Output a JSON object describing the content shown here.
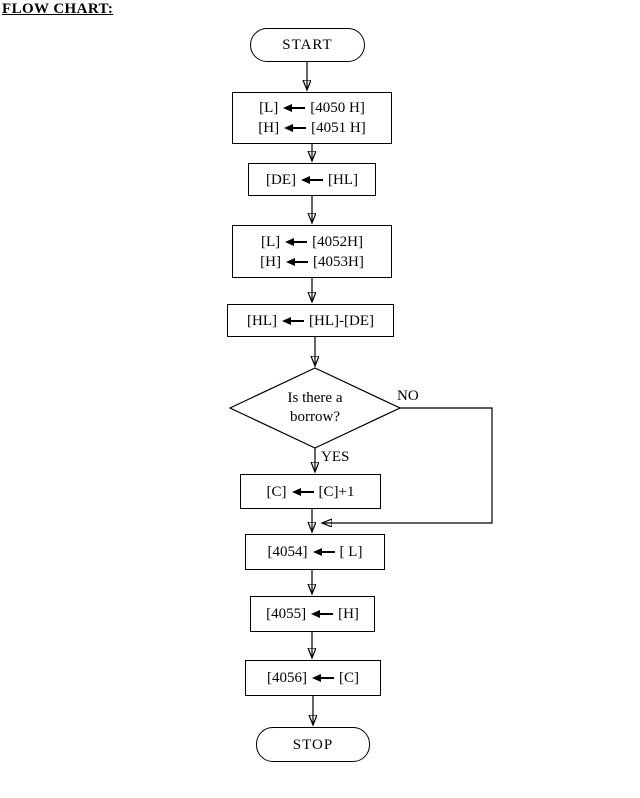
{
  "page": {
    "title": "FLOW CHART:"
  },
  "colors": {
    "ink": "#000000",
    "background": "#ffffff"
  },
  "icons": {
    "assign_arrow": "left-arrow",
    "connector_arrow": "solid-triangle-arrowhead"
  },
  "flowchart": {
    "start_label": "START",
    "stop_label": "STOP",
    "box1": {
      "line1": {
        "dest": "[L]",
        "src": "[4050 H]"
      },
      "line2": {
        "dest": "[H]",
        "src": "[4051 H]"
      }
    },
    "box2": {
      "dest": "[DE]",
      "src": "[HL]"
    },
    "box3": {
      "line1": {
        "dest": "[L]",
        "src": "[4052H]"
      },
      "line2": {
        "dest": "[H]",
        "src": "[4053H]"
      }
    },
    "box4": {
      "dest": "[HL]",
      "src": "[HL]-[DE]"
    },
    "decision": {
      "line1": "Is there a",
      "line2": "borrow?"
    },
    "no_label": "NO",
    "yes_label": "YES",
    "box5": {
      "dest": "[C]",
      "src": "[C]+1"
    },
    "box6": {
      "dest": "[4054]",
      "src": "[ L]"
    },
    "box7": {
      "dest": "[4055]",
      "src": "[H]"
    },
    "box8": {
      "dest": "[4056]",
      "src": "[C]"
    }
  }
}
